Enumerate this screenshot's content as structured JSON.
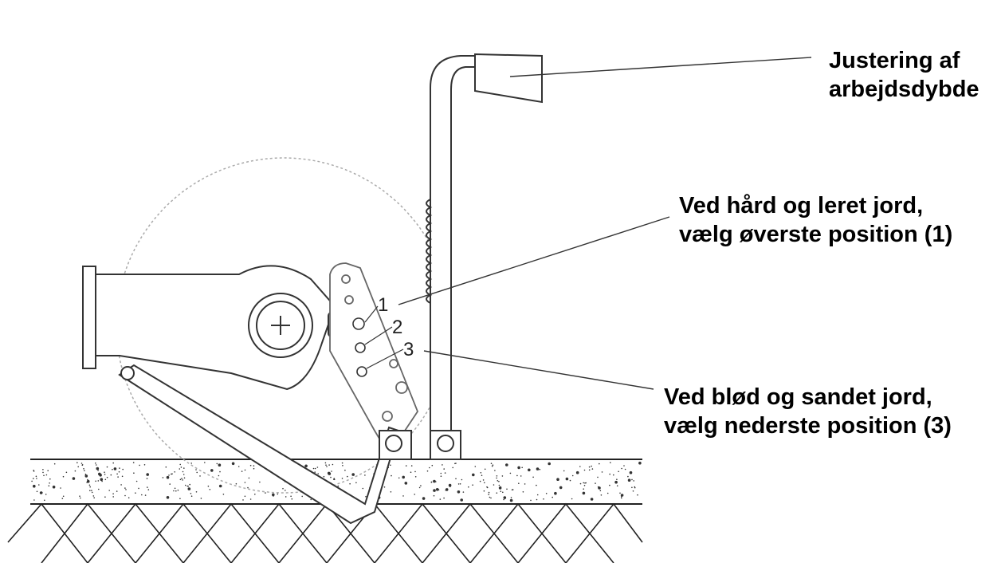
{
  "labels": {
    "depth_adjust": {
      "line1": "Justering af",
      "line2": "arbejdsdybde"
    },
    "hard_soil": {
      "line1": "Ved hård og leret jord,",
      "line2": "vælg øverste position (1)"
    },
    "soft_soil": {
      "line1": "Ved blød og sandet jord,",
      "line2": "vælg nederste position (3)"
    }
  },
  "positions": [
    "1",
    "2",
    "3"
  ]
}
